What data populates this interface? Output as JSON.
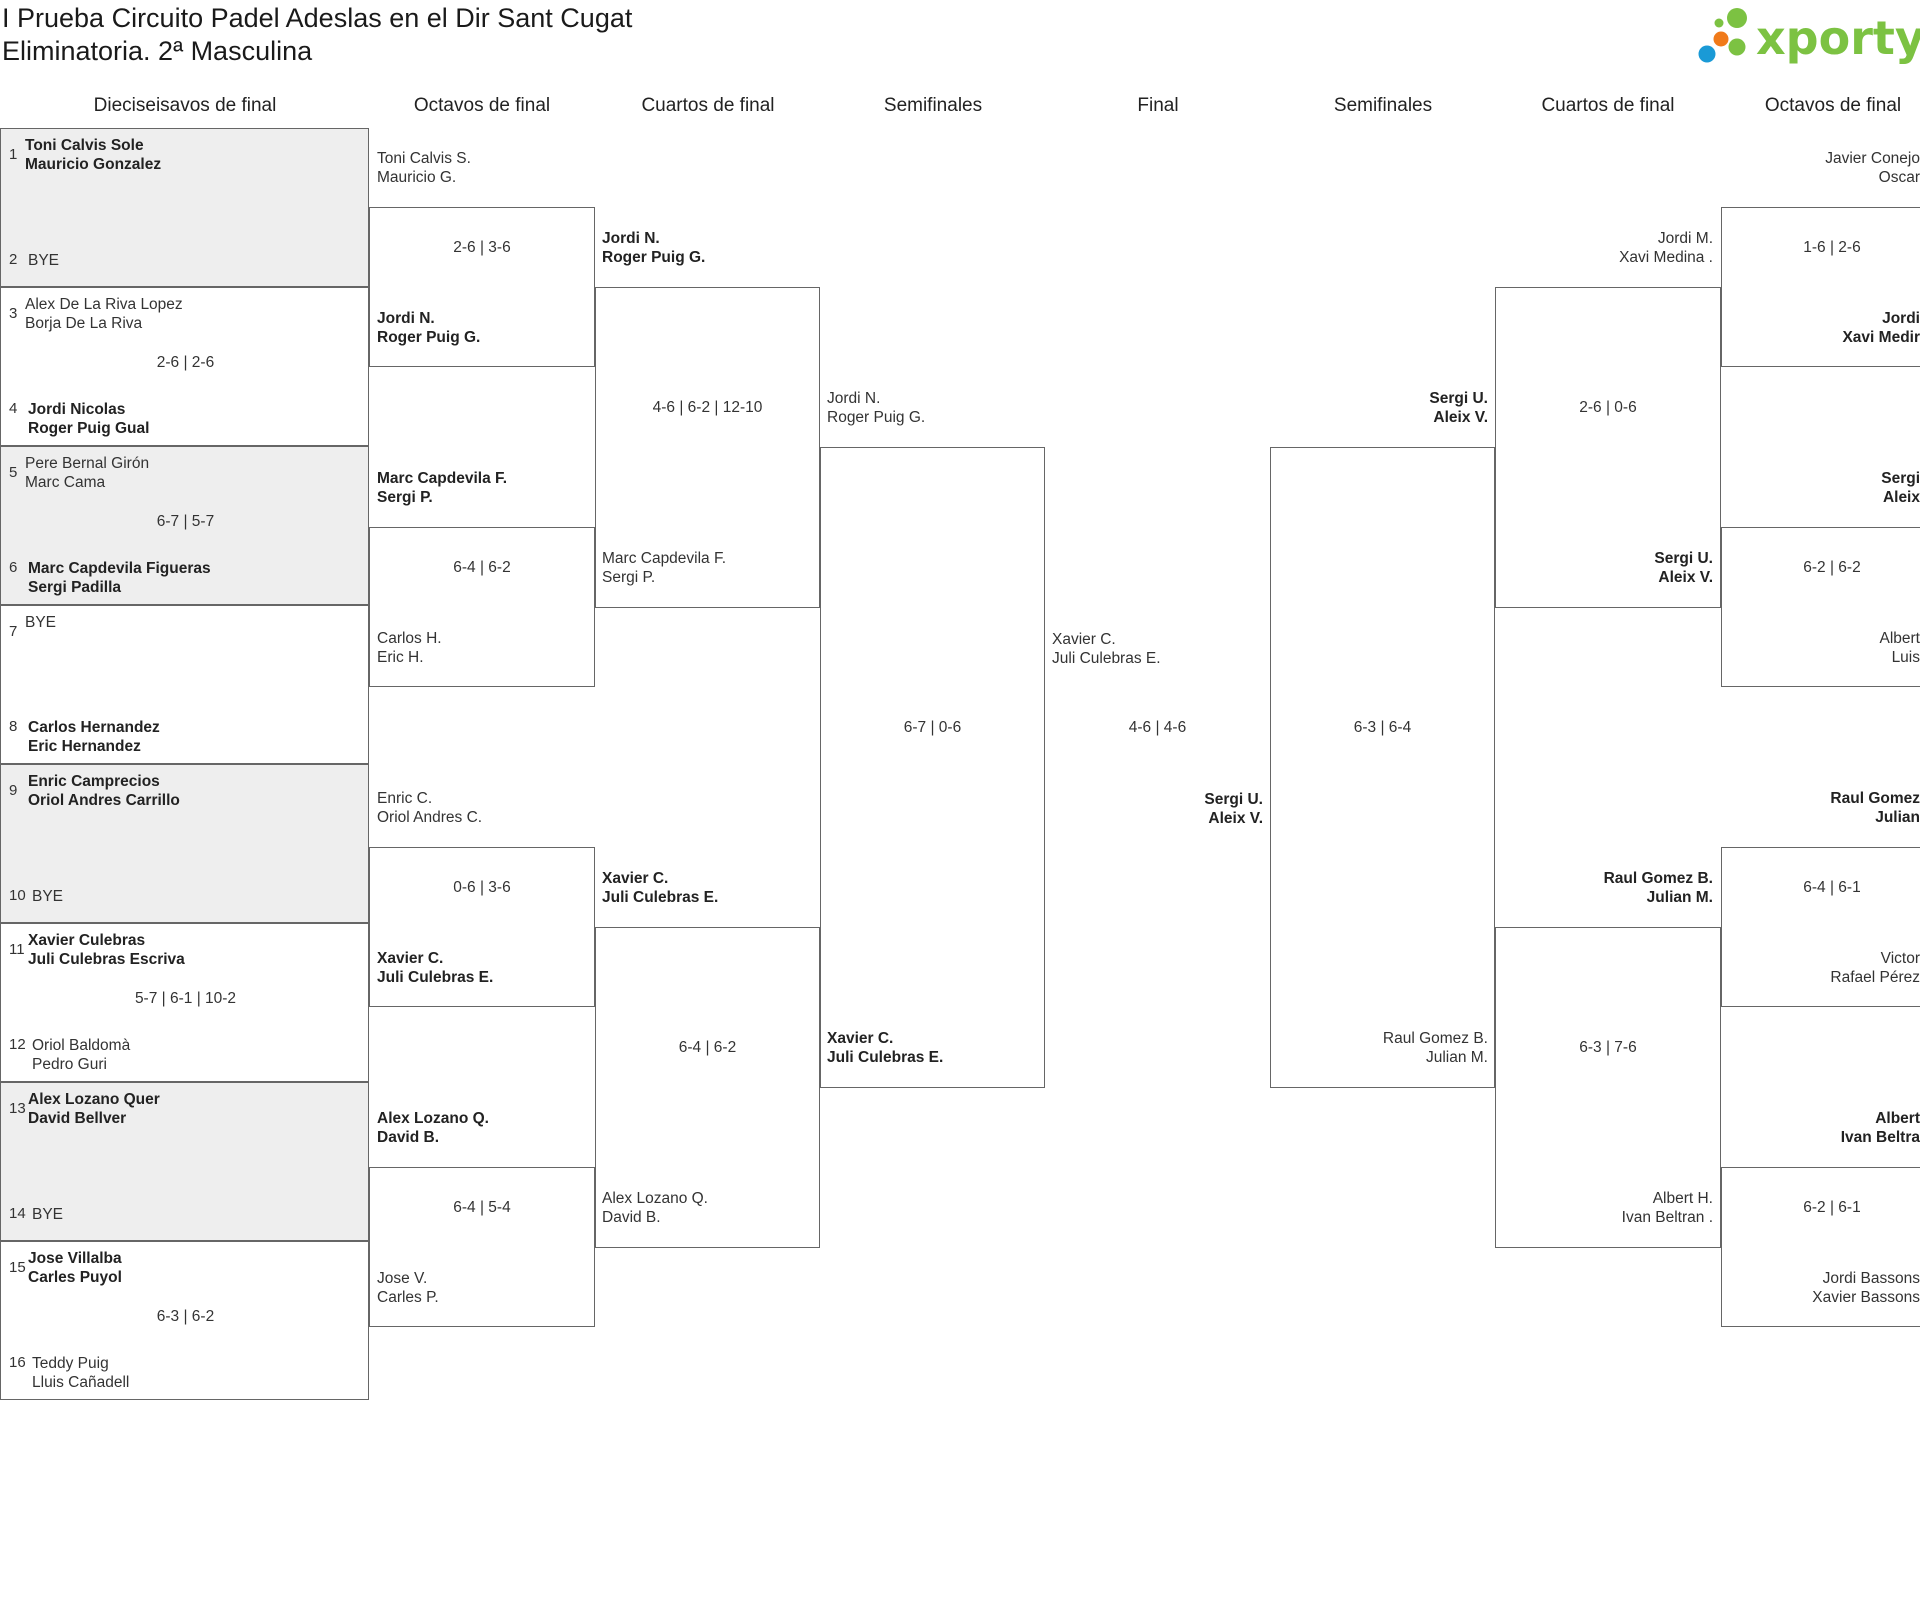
{
  "header": {
    "title_line1": "I Prueba Circuito Padel Adeslas en el Dir Sant Cugat",
    "title_line2": "Eliminatoria. 2ª Masculina",
    "logo_text": "xporty"
  },
  "colors": {
    "logo_green": "#7cc242",
    "logo_orange": "#f07a1a",
    "logo_blue": "#1a9ad6",
    "shade": "#eeeeee"
  },
  "columns": [
    "Dieciseisavos de final",
    "Octavos de final",
    "Cuartos de final",
    "Semifinales",
    "Final",
    "Semifinales",
    "Cuartos de final",
    "Octavos de final"
  ],
  "r16": [
    {
      "seed_a": "1",
      "a1": "Toni Calvis Sole",
      "a2": "Mauricio Gonzalez",
      "seed_b": "2",
      "b1": "BYE",
      "b2": "",
      "score": ""
    },
    {
      "seed_a": "3",
      "a1": "Alex De La Riva Lopez",
      "a2": "Borja De La Riva",
      "seed_b": "4",
      "b1": "Jordi Nicolas",
      "b2": "Roger Puig Gual",
      "score": "2-6 | 2-6"
    },
    {
      "seed_a": "5",
      "a1": "Pere Bernal Girón",
      "a2": "Marc Cama",
      "seed_b": "6",
      "b1": "Marc Capdevila Figueras",
      "b2": "Sergi Padilla",
      "score": "6-7 | 5-7"
    },
    {
      "seed_a": "7",
      "a1": "BYE",
      "a2": "",
      "seed_b": "8",
      "b1": "Carlos Hernandez",
      "b2": "Eric Hernandez",
      "score": ""
    },
    {
      "seed_a": "9",
      "a1": "Enric Camprecios",
      "a2": "Oriol Andres Carrillo",
      "seed_b": "10",
      "b1": "BYE",
      "b2": "",
      "score": ""
    },
    {
      "seed_a": "11",
      "a1": "Xavier Culebras",
      "a2": "Juli Culebras Escriva",
      "seed_b": "12",
      "b1": "Oriol Baldomà",
      "b2": "Pedro Guri",
      "score": "5-7 | 6-1 | 10-2"
    },
    {
      "seed_a": "13",
      "a1": "Alex Lozano Quer",
      "a2": "David Bellver",
      "seed_b": "14",
      "b1": "BYE",
      "b2": "",
      "score": ""
    },
    {
      "seed_a": "15",
      "a1": "Jose Villalba",
      "a2": "Carles Puyol",
      "seed_b": "16",
      "b1": "Teddy Puig",
      "b2": "Lluis Cañadell",
      "score": "6-3 | 6-2"
    }
  ],
  "left_octavos": [
    {
      "top1": "Toni Calvis S.",
      "top2": "Mauricio G.",
      "bot1": "Jordi N.",
      "bot2": "Roger Puig G.",
      "score": "2-6 | 3-6"
    },
    {
      "top1": "Marc Capdevila F.",
      "top2": "Sergi P.",
      "bot1": "Carlos H.",
      "bot2": "Eric H.",
      "score": "6-4 | 6-2"
    },
    {
      "top1": "Enric C.",
      "top2": "Oriol Andres C.",
      "bot1": "Xavier C.",
      "bot2": "Juli Culebras E.",
      "score": "0-6 | 3-6"
    },
    {
      "top1": "Alex Lozano Q.",
      "top2": "David B.",
      "bot1": "Jose V.",
      "bot2": "Carles P.",
      "score": "6-4 | 5-4"
    }
  ],
  "left_cuartos": [
    {
      "top1": "Jordi N.",
      "top2": "Roger Puig G.",
      "bot1": "Marc Capdevila F.",
      "bot2": "Sergi P.",
      "score": "4-6 | 6-2 | 12-10"
    },
    {
      "top1": "Xavier C.",
      "top2": "Juli Culebras E.",
      "bot1": "Alex Lozano Q.",
      "bot2": "David B.",
      "score": "6-4 | 6-2"
    }
  ],
  "left_semi": {
    "top1": "Jordi N.",
    "top2": "Roger Puig G.",
    "bot1": "Xavier C.",
    "bot2": "Juli Culebras E.",
    "score": "6-7 | 0-6"
  },
  "final": {
    "left1": "Xavier C.",
    "left2": "Juli Culebras E.",
    "right1": "Sergi U.",
    "right2": "Aleix V.",
    "score": "4-6 | 4-6"
  },
  "right_semi": {
    "top1": "Sergi U.",
    "top2": "Aleix V.",
    "bot1": "Raul Gomez B.",
    "bot2": "Julian M.",
    "score": "6-3 | 6-4"
  },
  "right_cuartos": [
    {
      "top1": "Jordi M.",
      "top2": "Xavi Medina .",
      "bot1": "Sergi U.",
      "bot2": "Aleix V.",
      "score": "2-6 | 0-6"
    },
    {
      "top1": "Raul Gomez B.",
      "top2": "Julian M.",
      "bot1": "Albert H.",
      "bot2": "Ivan Beltran .",
      "score": "6-3 | 7-6"
    }
  ],
  "right_octavos": [
    {
      "top1": "Javier Conejo",
      "top2": "Oscar",
      "bot1": "Jordi",
      "bot2": "Xavi Medir",
      "score": "1-6 | 2-6"
    },
    {
      "top1": "Sergi",
      "top2": "Aleix",
      "bot1": "Albert",
      "bot2": "Luis",
      "score": "6-2 | 6-2"
    },
    {
      "top1": "Raul Gomez",
      "top2": "Julian",
      "bot1": "Victor",
      "bot2": "Rafael Pérez",
      "score": "6-4 | 6-1"
    },
    {
      "top1": "Albert",
      "top2": "Ivan Beltra",
      "bot1": "Jordi Bassons",
      "bot2": "Xavier Bassons",
      "score": "6-2 | 6-1"
    }
  ]
}
